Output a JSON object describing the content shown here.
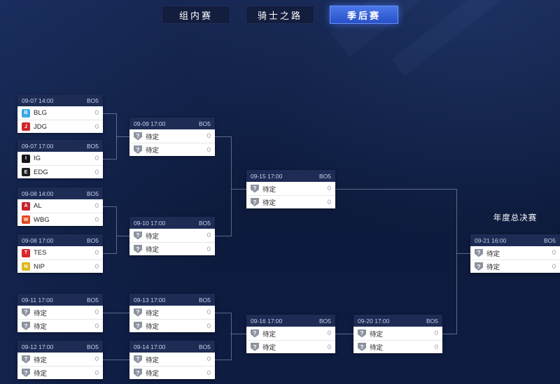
{
  "tabs": {
    "group_label": "组内赛",
    "knights_label": "骑士之路",
    "playoffs_label": "季后赛"
  },
  "icons": {
    "tbd_glyph": "?"
  },
  "colors": {
    "active_tab": "#2f5dd9",
    "match_header_bg": "#1d2b55",
    "connector_line": "#b9c5de"
  },
  "bracket": {
    "final_title": "年度总决赛",
    "matches": [
      {
        "time": "09-07 14:00",
        "format": "BO5",
        "teams": [
          {
            "name": "BLG",
            "score": "0",
            "logo_text": "B",
            "logo_color": "#3aa9e0"
          },
          {
            "name": "JDG",
            "score": "0",
            "logo_text": "J",
            "logo_color": "#d0252b"
          }
        ]
      },
      {
        "time": "09-07 17:00",
        "format": "BO5",
        "teams": [
          {
            "name": "IG",
            "score": "0",
            "logo_text": "I",
            "logo_color": "#15161a"
          },
          {
            "name": "EDG",
            "score": "0",
            "logo_text": "E",
            "logo_color": "#1d1e22"
          }
        ]
      },
      {
        "time": "09-08 14:00",
        "format": "BO5",
        "teams": [
          {
            "name": "AL",
            "score": "0",
            "logo_text": "A",
            "logo_color": "#c6232d"
          },
          {
            "name": "WBG",
            "score": "0",
            "logo_text": "W",
            "logo_color": "#e2491f"
          }
        ]
      },
      {
        "time": "09-08 17:00",
        "format": "BO5",
        "teams": [
          {
            "name": "TES",
            "score": "0",
            "logo_text": "T",
            "logo_color": "#d9262c"
          },
          {
            "name": "NIP",
            "score": "0",
            "logo_text": "N",
            "logo_color": "#ddb71f"
          }
        ]
      },
      {
        "time": "09-11 17:00",
        "format": "BO5",
        "teams": [
          {
            "name": "待定",
            "score": "0"
          },
          {
            "name": "待定",
            "score": "0"
          }
        ]
      },
      {
        "time": "09-12 17:00",
        "format": "BO5",
        "teams": [
          {
            "name": "待定",
            "score": "0"
          },
          {
            "name": "待定",
            "score": "0"
          }
        ]
      },
      {
        "time": "09-09 17:00",
        "format": "BO5",
        "teams": [
          {
            "name": "待定",
            "score": "0"
          },
          {
            "name": "待定",
            "score": "0"
          }
        ]
      },
      {
        "time": "09-10 17:00",
        "format": "BO5",
        "teams": [
          {
            "name": "待定",
            "score": "0"
          },
          {
            "name": "待定",
            "score": "0"
          }
        ]
      },
      {
        "time": "09-13 17:00",
        "format": "BO5",
        "teams": [
          {
            "name": "待定",
            "score": "0"
          },
          {
            "name": "待定",
            "score": "0"
          }
        ]
      },
      {
        "time": "09-14 17:00",
        "format": "BO5",
        "teams": [
          {
            "name": "待定",
            "score": "0"
          },
          {
            "name": "待定",
            "score": "0"
          }
        ]
      },
      {
        "time": "09-15 17:00",
        "format": "BO5",
        "teams": [
          {
            "name": "待定",
            "score": "0"
          },
          {
            "name": "待定",
            "score": "0"
          }
        ]
      },
      {
        "time": "09-16 17:00",
        "format": "BO5",
        "teams": [
          {
            "name": "待定",
            "score": "0"
          },
          {
            "name": "待定",
            "score": "0"
          }
        ]
      },
      {
        "time": "09-20 17:00",
        "format": "BO5",
        "teams": [
          {
            "name": "待定",
            "score": "0"
          },
          {
            "name": "待定",
            "score": "0"
          }
        ]
      },
      {
        "time": "09-21 16:00",
        "format": "BO5",
        "teams": [
          {
            "name": "待定",
            "score": "0"
          },
          {
            "name": "待定",
            "score": "0"
          }
        ]
      }
    ]
  }
}
